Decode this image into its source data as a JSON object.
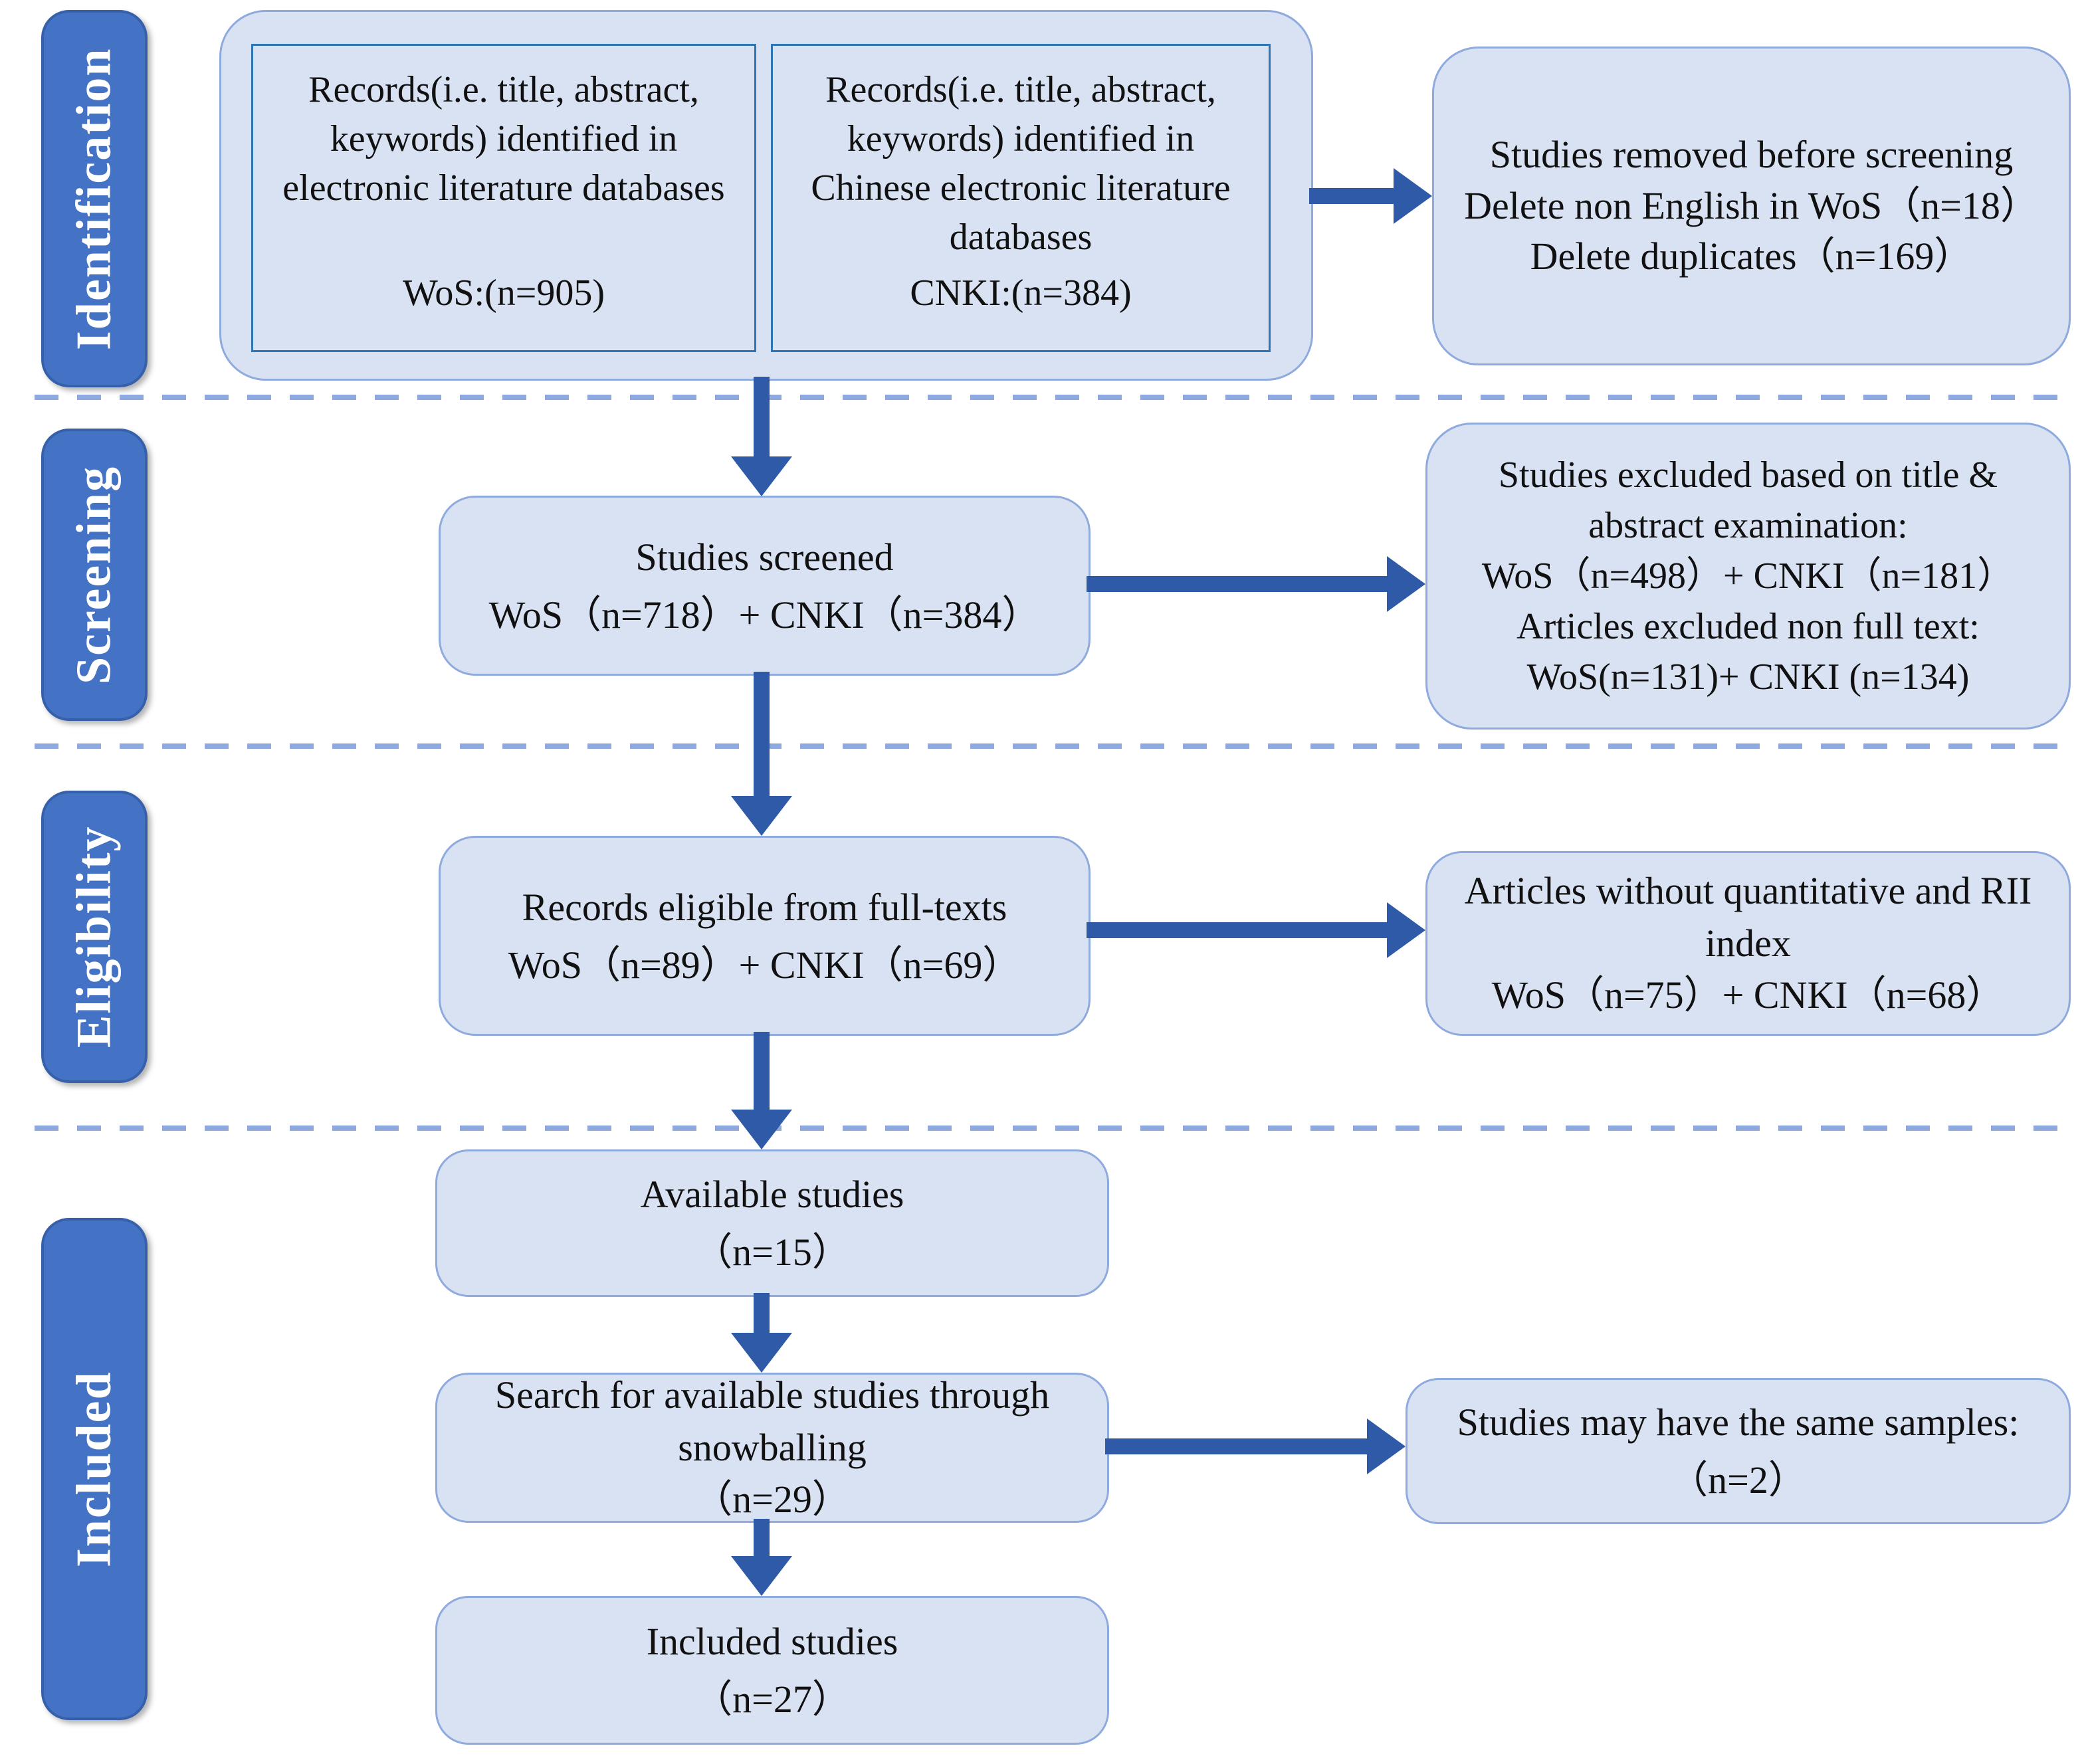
{
  "figure": {
    "type": "prisma-flow-diagram",
    "description": "Literature identification, screening, eligibility and inclusion flow chart"
  },
  "stages": [
    {
      "label": "Identification"
    },
    {
      "label": "Screening"
    },
    {
      "label": "Eligibility"
    },
    {
      "label": "Included"
    }
  ],
  "boxes": {
    "id_left": {
      "lines": [
        "Records(i.e. title, abstract,",
        "keywords) identified in",
        "electronic literature databases"
      ],
      "value": "WoS:(n=905)"
    },
    "id_right": {
      "lines": [
        "Records(i.e. title, abstract,",
        "keywords) identified in",
        "Chinese electronic literature",
        "databases"
      ],
      "value": "CNKI:(n=384)"
    },
    "removed": {
      "lines": [
        "Studies removed before screening",
        "Delete non English in WoS（n=18）",
        "Delete duplicates（n=169）"
      ]
    },
    "screened": {
      "lines": [
        "Studies screened",
        "WoS（n=718）+ CNKI（n=384）"
      ]
    },
    "excluded": {
      "lines": [
        "Studies excluded based on title &",
        "abstract examination:",
        "WoS（n=498）+ CNKI（n=181）",
        "Articles excluded non full text:",
        "WoS(n=131)+ CNKI (n=134)"
      ]
    },
    "eligible": {
      "lines": [
        "Records eligible from full-texts",
        "WoS（n=89）+ CNKI（n=69）"
      ]
    },
    "no_quant": {
      "lines": [
        "Articles without quantitative and RII",
        "index",
        "WoS（n=75）+ CNKI（n=68）"
      ]
    },
    "available": {
      "lines": [
        "Available studies",
        "（n=15）"
      ]
    },
    "snowball": {
      "lines": [
        "Search for available studies through",
        "snowballing",
        "（n=29）"
      ]
    },
    "same_samples": {
      "lines": [
        "Studies may have the same samples:",
        "（n=2）"
      ]
    },
    "included": {
      "lines": [
        "Included studies",
        "（n=27）"
      ]
    }
  },
  "colors": {
    "box_fill": "#d9e2f3",
    "box_border": "#8faadc",
    "inner_box_border": "#2e75b6",
    "stage_fill": "#4472c4",
    "arrow": "#2e5aa7",
    "dashed_line": "#8ea9e0",
    "text": "#111111",
    "stage_text": "#ffffff"
  }
}
